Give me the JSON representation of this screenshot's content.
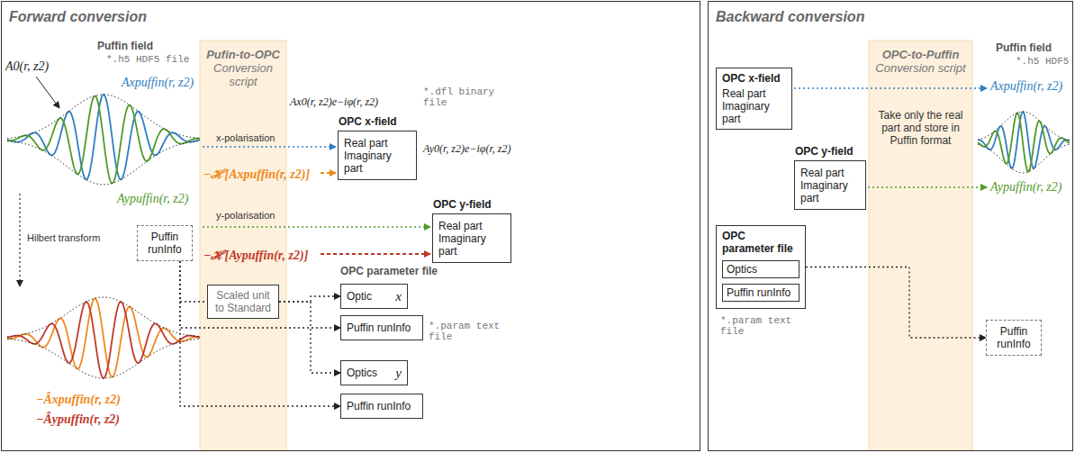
{
  "diagram": {
    "nodes": [
      {
        "text": [
          "Forward conversion"
        ]
      },
      {
        "text": [
          "Backward conversion"
        ]
      },
      {
        "text": [
          "Pufin-to-OPC",
          "Conversion script"
        ],
        "in": 0
      },
      {
        "text": [
          "Puffin runInfo"
        ],
        "in": 0
      },
      {
        "text": [
          "Scaled unit to Standard"
        ],
        "in": 2
      },
      {
        "text": [
          "OPC x-field",
          "Real part",
          "Imaginary part"
        ],
        "in": 0
      },
      {
        "text": [
          "OPC y-field",
          "Real part",
          "Imaginary part"
        ],
        "in": 0
      },
      {
        "text": [
          "Optic",
          "x"
        ],
        "in": 0
      },
      {
        "text": [
          "Puffin runInfo"
        ],
        "in": 0
      },
      {
        "text": [
          "Optics",
          "y"
        ],
        "in": 0
      },
      {
        "text": [
          "Puffin runInfo"
        ],
        "in": 0
      },
      {
        "text": [
          "OPC-to-Puffin",
          "Conversion script",
          "Take only the real part and store in Puffin format"
        ],
        "in": 1
      },
      {
        "text": [
          "OPC x-field",
          "Real part",
          "Imaginary part"
        ],
        "in": 1
      },
      {
        "text": [
          "OPC y-field",
          "Real part",
          "Imaginary part"
        ],
        "in": 1
      },
      {
        "text": [
          "OPC parameter file",
          "Optics",
          "Puffin runInfo"
        ],
        "in": 1
      },
      {
        "text": [
          "Puffin runInfo"
        ],
        "in": 1
      }
    ],
    "edges": [
      {
        "from": 3,
        "to": 4,
        "arrow": "none"
      },
      {
        "from": 4,
        "to": 7,
        "arrow": "to"
      },
      {
        "from": 4,
        "to": 9,
        "arrow": "to"
      },
      {
        "from": 3,
        "to": 8,
        "arrow": "to"
      },
      {
        "from": 3,
        "to": 10,
        "arrow": "to"
      },
      {
        "from": 14,
        "to": 15,
        "arrow": "to"
      }
    ],
    "labels": [
      "Puffin field",
      "*.h5 HDF5 file",
      "A0(r, z2)",
      "Axpuffin(r, z2)",
      "x-polarisation",
      "−ℋ[Axpuffin(r, z2)]",
      "Aypuffin(r, z2)",
      "y-polarisation",
      "−ℋ[Aypuffin(r, z2)]",
      "Hilbert transform",
      "−Âxpuffin(r, z2)",
      "−Âypuffin(r, z2)",
      "Ax0(r, z2)e−iφ(r, z2)",
      "*.dfl binary file",
      "Ay0(r, z2)e−iφ(r, z2)",
      "OPC parameter file",
      "*.param text file",
      "Puffin field",
      "*.h5 HDF5",
      "Axpuffin(r, z2)",
      "Aypuffin(r, z2)",
      "*.param text file"
    ]
  }
}
